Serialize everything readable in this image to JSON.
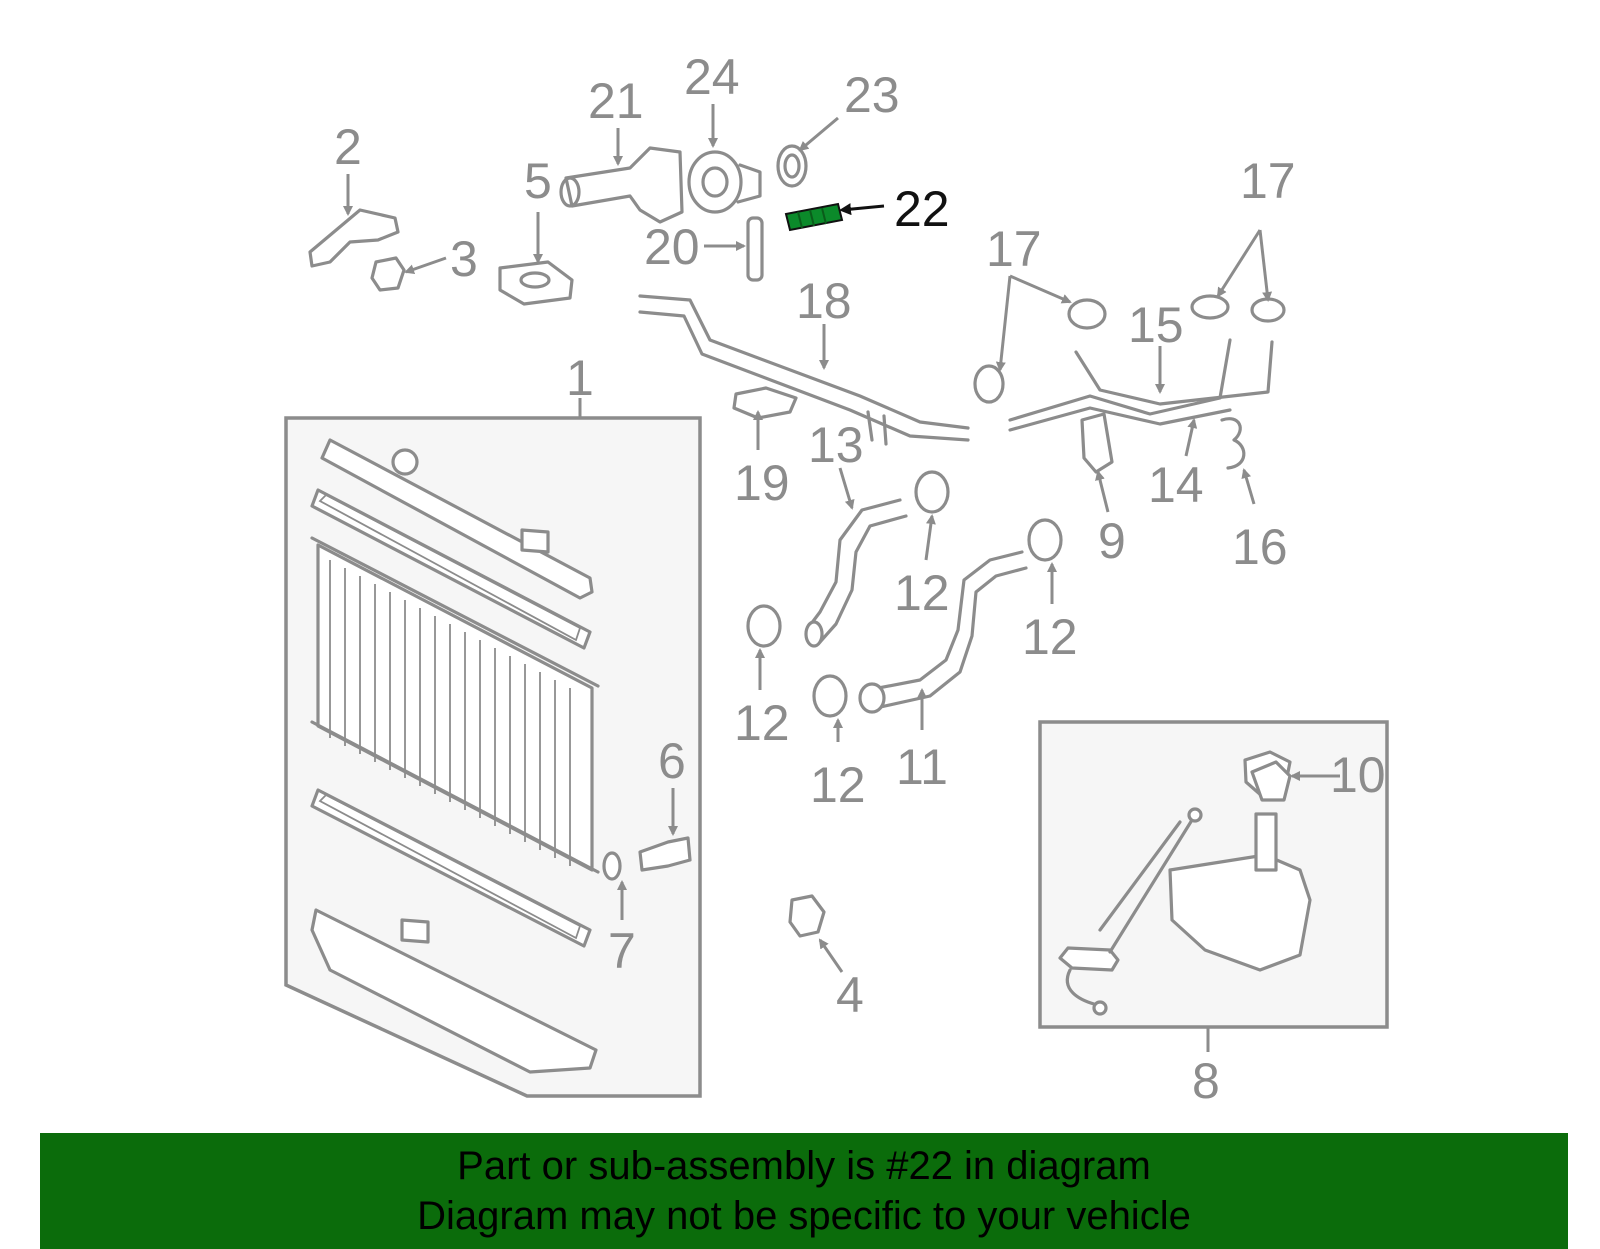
{
  "diagram": {
    "callouts": [
      "1",
      "2",
      "3",
      "4",
      "5",
      "6",
      "7",
      "8",
      "9",
      "10",
      "11",
      "12",
      "13",
      "14",
      "15",
      "16",
      "17",
      "18",
      "19",
      "20",
      "21",
      "22",
      "23",
      "24"
    ],
    "highlighted_part": "22",
    "highlight_color": "#0b8a2a",
    "banner_color": "#0b6c0b"
  },
  "banner": {
    "line1": "Part or sub-assembly is #22 in diagram",
    "line2": "Diagram may not be specific to your vehicle"
  }
}
